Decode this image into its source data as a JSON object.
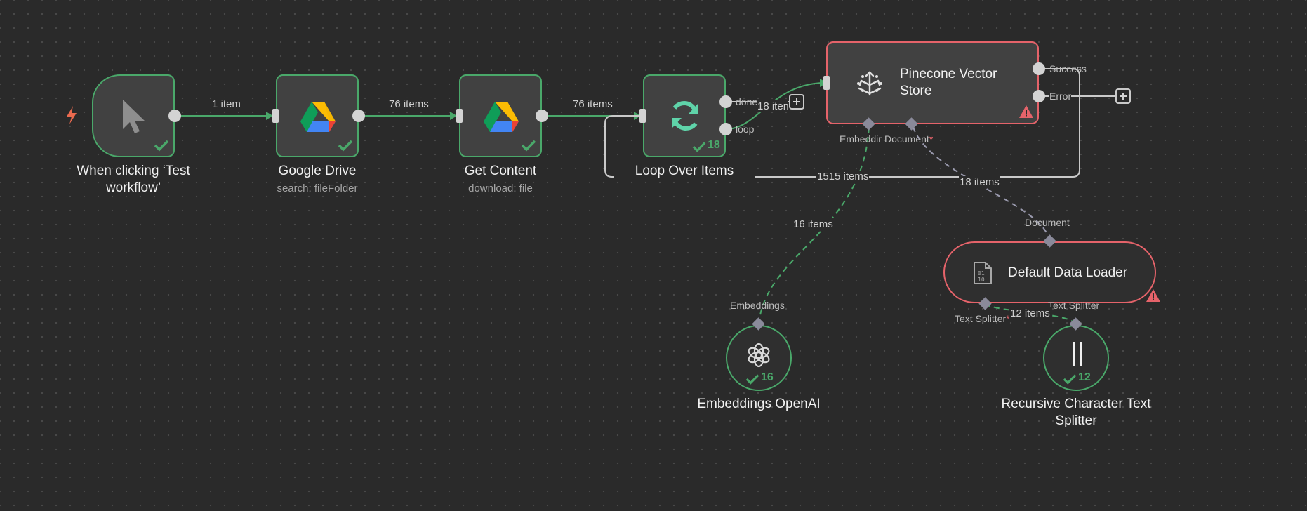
{
  "nodes": {
    "trigger": {
      "title": "When clicking ‘Test workflow’"
    },
    "google_drive": {
      "title": "Google Drive",
      "subtitle": "search: fileFolder"
    },
    "get_content": {
      "title": "Get Content",
      "subtitle": "download: file"
    },
    "loop": {
      "title": "Loop Over Items",
      "count": "18",
      "output_done": "done",
      "output_loop": "loop"
    },
    "pinecone": {
      "title": "Pinecone Vector Store",
      "output_success": "Success",
      "output_error": "Error",
      "input_embedding": "Embeddir",
      "input_document": "Document",
      "required_mark": "*"
    },
    "data_loader": {
      "title": "Default Data Loader",
      "input_document": "Document",
      "input_text_splitter_left": "Text Splitter",
      "input_text_splitter_right": "Text Splitter",
      "required_mark": "*"
    },
    "embeddings": {
      "title": "Embeddings OpenAI",
      "count": "16",
      "output_label": "Embeddings"
    },
    "splitter": {
      "title": "Recursive Character Text Splitter",
      "count": "12"
    }
  },
  "edges": {
    "trigger_to_drive": "1 item",
    "drive_to_content": "76 items",
    "content_to_loop": "76 items",
    "done_to_end": "18 item",
    "loop_back": "1515 items",
    "loader_to_pinecone": "18 items",
    "embeddings_to_pinecone": "16 items",
    "splitter_to_loader": "12 items"
  },
  "icons": {
    "trigger": "cursor-icon",
    "drive": "google-drive-icon",
    "loop": "refresh-icon",
    "pinecone": "pinecone-icon",
    "loader": "file-binary-icon",
    "embeddings": "openai-icon",
    "splitter": "splitter-icon",
    "bolt": "lightning-icon",
    "warning": "warning-icon",
    "plus": "plus-icon"
  },
  "colors": {
    "success": "#4aa86a",
    "error": "#e5636a",
    "edge": "#c9c9c9",
    "canvas": "#2a2a2a"
  }
}
